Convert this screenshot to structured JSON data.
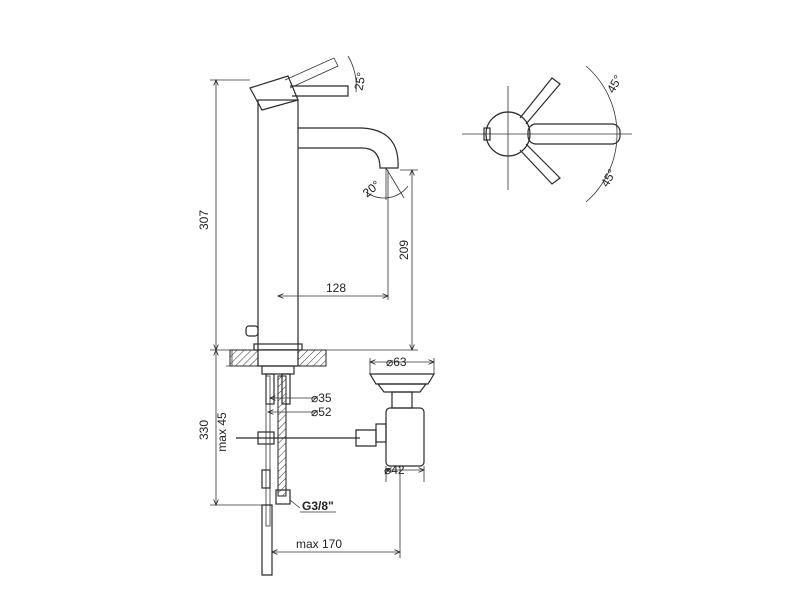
{
  "dimensions": {
    "total_height": "307",
    "spout_height": "209",
    "spout_reach": "128",
    "deck_to_hose": "330",
    "max_deck": "max 45",
    "dia_35": "⌀35",
    "dia_52": "⌀52",
    "dia_63": "⌀63",
    "dia_42": "⌀42",
    "thread": "G3/8\"",
    "max_reach": "max 170",
    "angle_lever": "25°",
    "angle_spout": "20°",
    "angle_top": "45°",
    "angle_bottom": "45°"
  }
}
